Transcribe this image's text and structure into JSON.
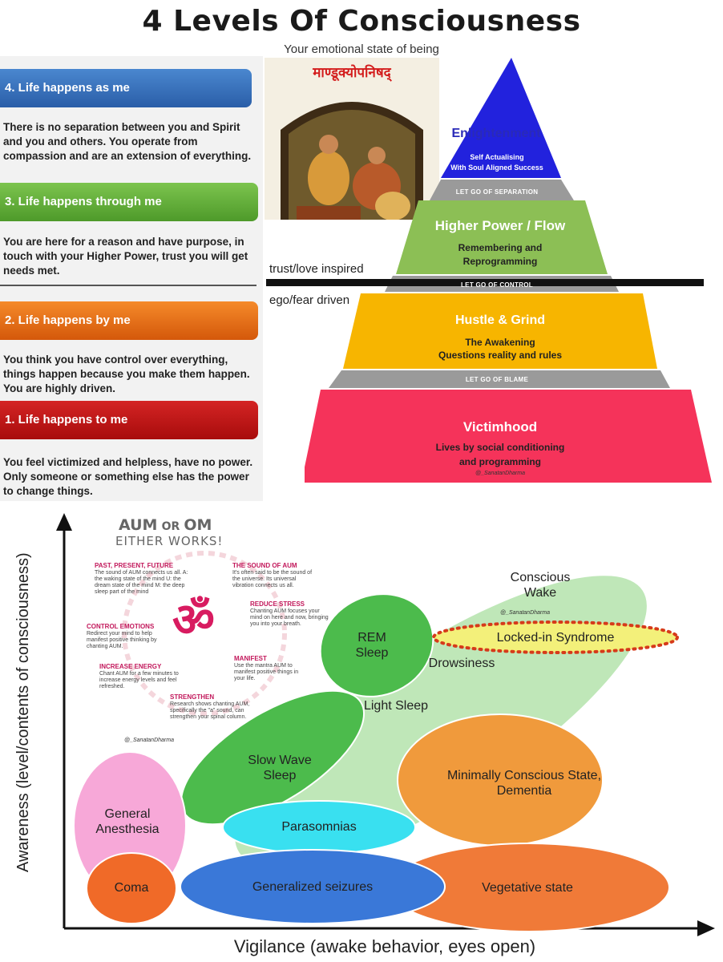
{
  "header": {
    "title": "4 Levels Of Consciousness",
    "subtitle": "Your emotional state of being"
  },
  "levels": [
    {
      "heading": "4. Life happens as me",
      "text": "There is no separation between you and Spirit and you and others. You operate from compassion and are an extension of everything.",
      "color": "#2e6db8"
    },
    {
      "heading": "3. Life happens through me",
      "text": "You are here for a reason and have purpose, in touch with your Higher Power, trust you will get needs met.",
      "color": "#5aa832"
    },
    {
      "heading": "2. Life happens by me",
      "text": "You think you have control over everything, things happen because you make them happen. You are highly driven.",
      "color": "#e56a0e"
    },
    {
      "heading": "1. Life happens to me",
      "text": "You feel victimized and helpless, have no power. Only someone or something else has the power to change things.",
      "color": "#c41818"
    }
  ],
  "picture": {
    "caption": "माण्डूक्योपनिषद्"
  },
  "pyramid": {
    "tiers": [
      {
        "title": "Enlightenment",
        "sub1": "Self Actualising",
        "sub2": "With Soul Aligned Success",
        "color": "#2222dd"
      },
      {
        "title": "Higher Power / Flow",
        "sub1": "Remembering and",
        "sub2": "Reprogramming",
        "color": "#8cbf55"
      },
      {
        "title": "Hustle & Grind",
        "sub1": "The Awakening",
        "sub2": "Questions reality and rules",
        "color": "#f7b500"
      },
      {
        "title": "Victimhood",
        "sub1": "Lives by social conditioning",
        "sub2": "and programming",
        "color": "#f5335a"
      }
    ],
    "letgo": [
      "LET GO OF SEPARATION",
      "LET GO OF CONTROL",
      "LET GO OF BLAME"
    ],
    "above_line": "trust/love inspired",
    "below_line": "ego/fear driven",
    "watermark": "@_SanatanDharma"
  },
  "aum": {
    "title_main": "AUM",
    "title_or": "OR",
    "title_om": "OM",
    "title_line2": "EITHER WORKS!",
    "symbol": "ॐ",
    "items": [
      {
        "head": "PAST, PRESENT, FUTURE",
        "body": "The sound of AUM connects us all. A: the waking state of the mind U: the dream state of the mind M: the deep sleep part of the mind"
      },
      {
        "head": "THE SOUND OF AUM",
        "body": "It's often said to be the sound of the universe. Its universal vibration connects us all."
      },
      {
        "head": "REDUCE STRESS",
        "body": "Chanting AUM focuses your mind on here and now, bringing you into your breath."
      },
      {
        "head": "CONTROL EMOTIONS",
        "body": "Redirect your mind to help manifest positive thinking by chanting AUM."
      },
      {
        "head": "MANIFEST",
        "body": "Use the mantra AUM to manifest positive things in your life."
      },
      {
        "head": "INCREASE ENERGY",
        "body": "Chant AUM for a few minutes to increase energy levels and feel refreshed."
      },
      {
        "head": "STRENGTHEN",
        "body": "Research shows chanting AUM, specifically the \"a\" sound, can strengthen your spinal column."
      }
    ],
    "watermark": "@_SanatanDharma"
  },
  "states": {
    "y_axis": "Awareness (level/contents of consciousness)",
    "x_axis": "Vigilance (awake behavior, eyes open)",
    "watermark": "@_SanatanDharma",
    "labels": {
      "conscious_wake_1": "Conscious",
      "conscious_wake_2": "Wake",
      "locked_in": "Locked-in Syndrome",
      "rem_1": "REM",
      "rem_2": "Sleep",
      "drowsiness": "Drowsiness",
      "light_sleep": "Light Sleep",
      "slow_wave_1": "Slow Wave",
      "slow_wave_2": "Sleep",
      "mcs_1": "Minimally Conscious State,",
      "mcs_2": "Dementia",
      "anesthesia_1": "General",
      "anesthesia_2": "Anesthesia",
      "parasomnias": "Parasomnias",
      "coma": "Coma",
      "seizures": "Generalized seizures",
      "vegetative": "Vegetative state"
    },
    "colors": {
      "wake": "#bfe7b8",
      "rem": "#4cbb4c",
      "locked": "#f3f07a",
      "mcs": "#f09a3c",
      "anesthesia": "#f7a8d8",
      "parasomnias": "#39e0f0",
      "coma": "#f06a28",
      "seizures": "#3a78d8",
      "vegetative": "#f07a38"
    }
  }
}
